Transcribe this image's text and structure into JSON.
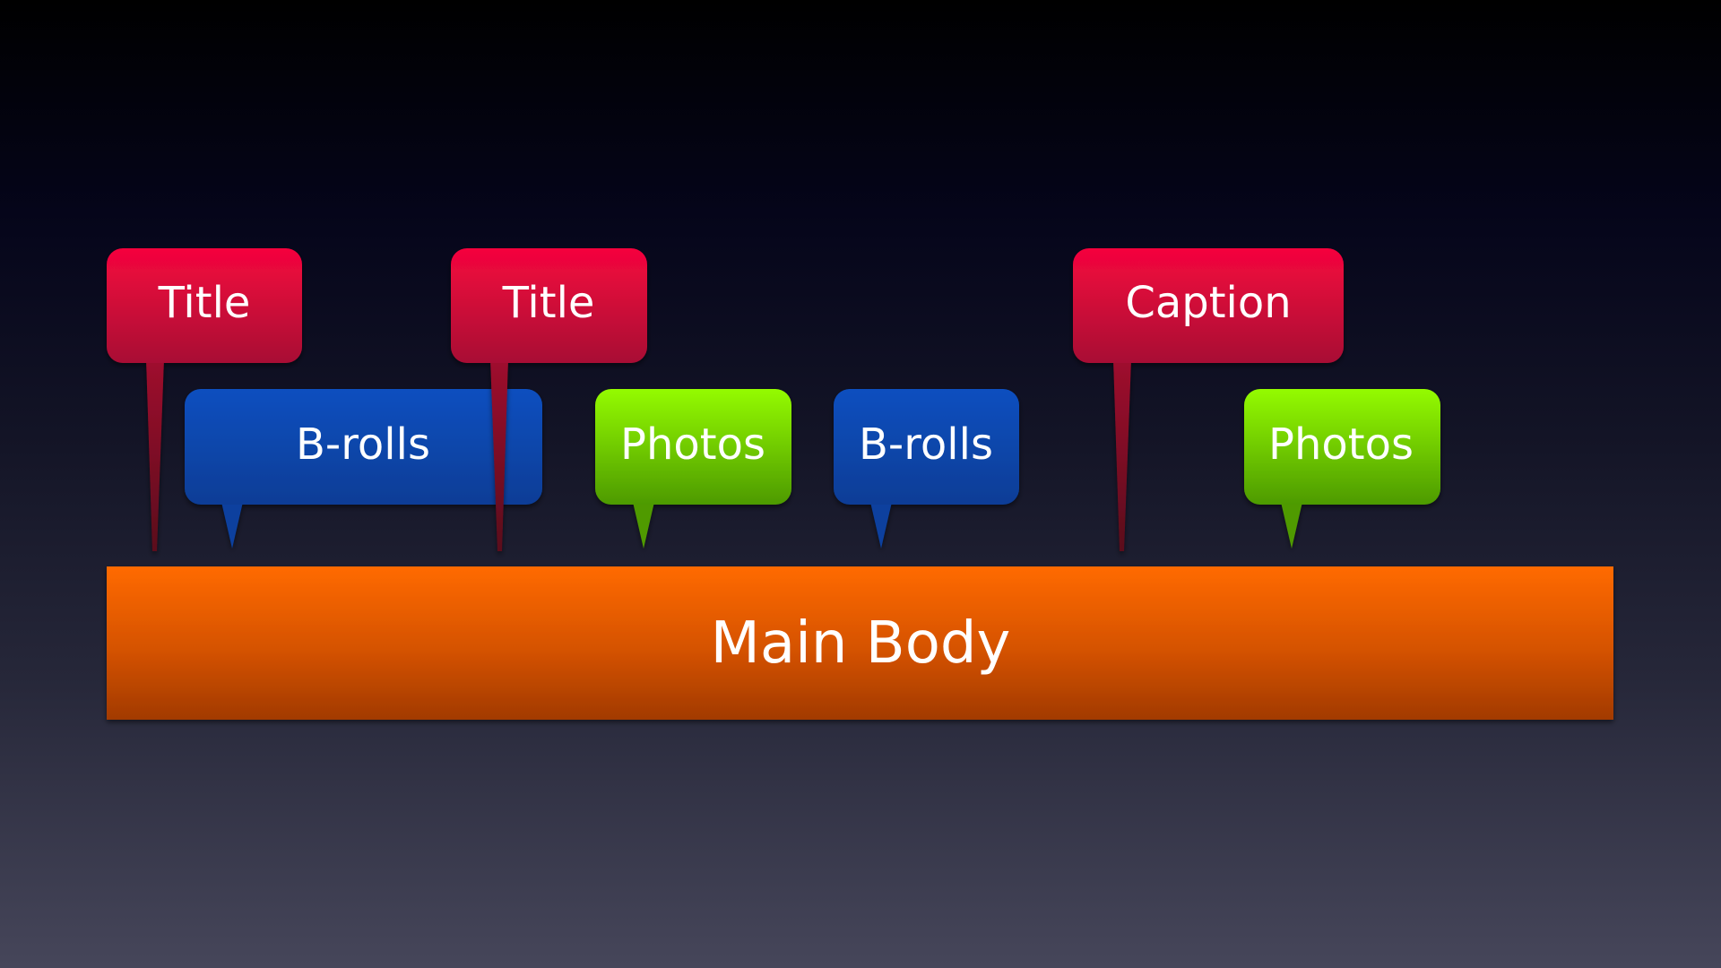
{
  "main_body": {
    "label": "Main Body",
    "color": "#e65a00"
  },
  "colors": {
    "title": "#e0093a",
    "b_roll": "#0a47aa",
    "photos": "#6fd400"
  },
  "markers": [
    {
      "label": "Title",
      "kind": "title"
    },
    {
      "label": "B-rolls",
      "kind": "b_roll"
    },
    {
      "label": "Title",
      "kind": "title"
    },
    {
      "label": "Photos",
      "kind": "photos"
    },
    {
      "label": "B-rolls",
      "kind": "b_roll"
    },
    {
      "label": "Caption",
      "kind": "title"
    },
    {
      "label": "Photos",
      "kind": "photos"
    }
  ]
}
